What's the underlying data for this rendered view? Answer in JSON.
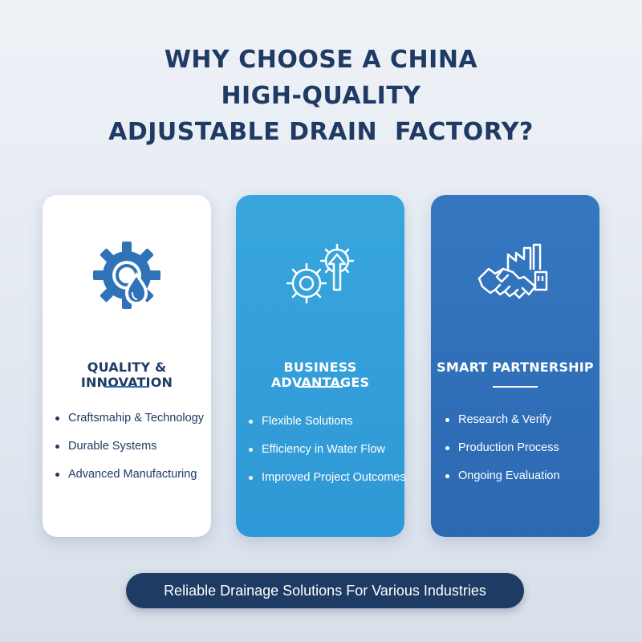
{
  "header": {
    "title_lines": [
      "WHY CHOOSE A CHINA",
      "HIGH-QUALITY",
      "ADJUSTABLE DRAIN  FACTORY?"
    ]
  },
  "cards": [
    {
      "title": "QUALITY & INNOVATION",
      "icon": "gear-water-drop-icon",
      "items": [
        "Craftsmahip & Technology",
        "Durable Systems",
        "Advanced Manufacturing"
      ]
    },
    {
      "title": "BUSINESS ADVANTAGES",
      "icon": "gears-arrow-up-icon",
      "items": [
        "Flexible Solutions",
        "Efficiency in Water Flow",
        "Improved Project Outcomes"
      ]
    },
    {
      "title": "SMART PARTNERSHIP",
      "icon": "handshake-factory-icon",
      "items": [
        "Research & Verify",
        "Production Process",
        "Ongoing Evaluation"
      ]
    }
  ],
  "footer": {
    "label": "Reliable Drainage Solutions For Various Industries"
  },
  "colors": {
    "navy": "#1f3a63",
    "accent_blue": "#2f72b8",
    "card2": "#38a6dd",
    "card3": "#3477c0"
  }
}
